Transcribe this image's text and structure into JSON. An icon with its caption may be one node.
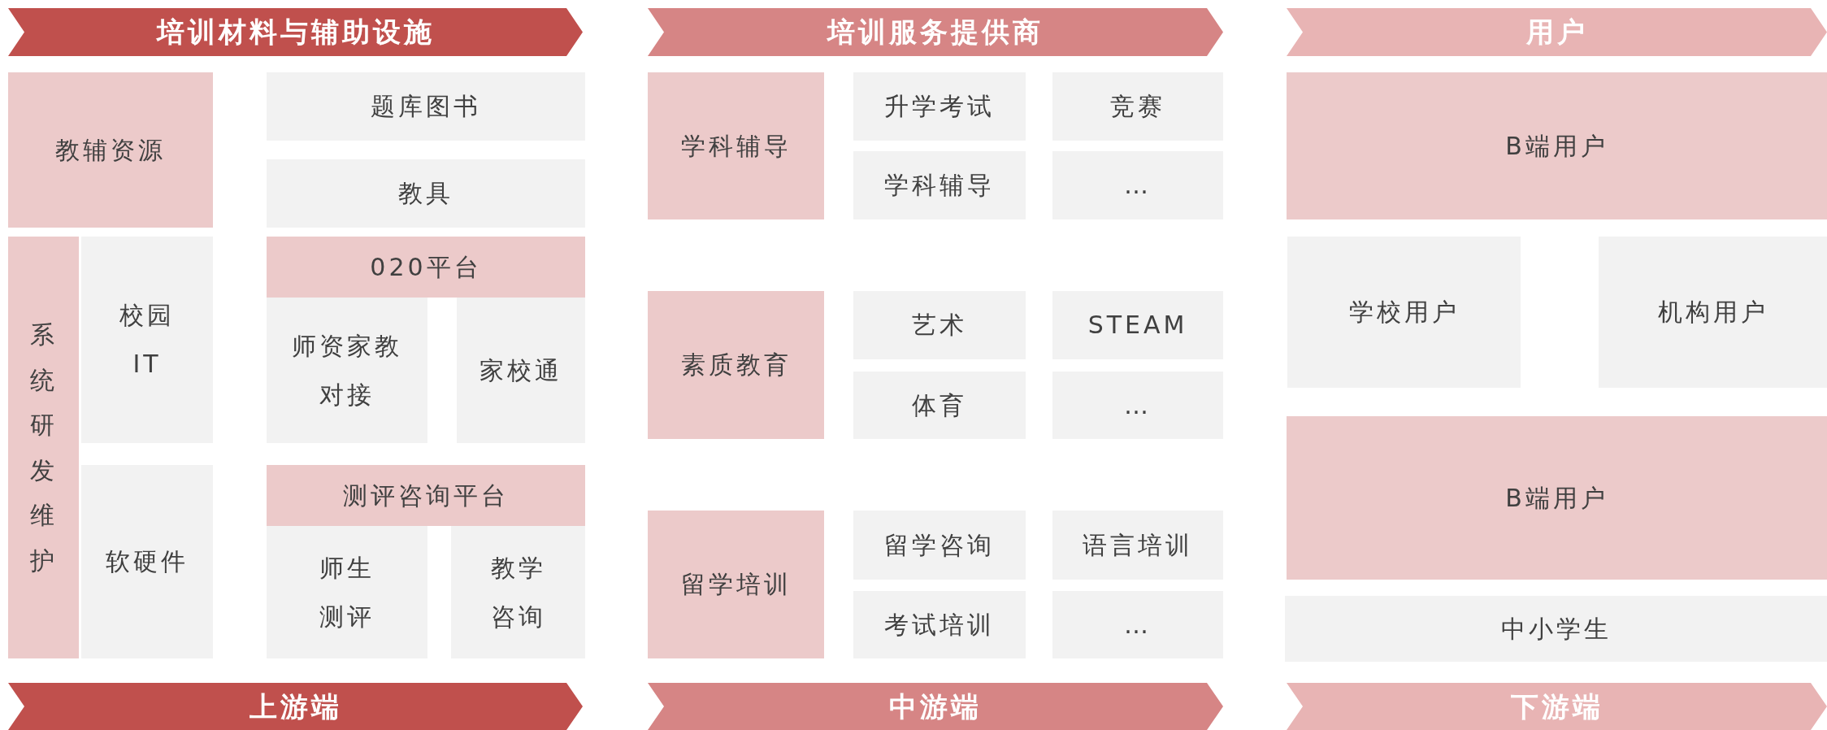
{
  "diagram": {
    "nodes": [
      {
        "text": [
          "培训材料与辅助设施"
        ]
      },
      {
        "text": [
          "教辅资源"
        ]
      },
      {
        "text": [
          "题库图书"
        ]
      },
      {
        "text": [
          "教具"
        ]
      },
      {
        "text": [
          "系统研发维护"
        ]
      },
      {
        "text": [
          "校园 IT"
        ]
      },
      {
        "text": [
          "020平台"
        ]
      },
      {
        "text": [
          "师资家教对接"
        ]
      },
      {
        "text": [
          "家校通"
        ]
      },
      {
        "text": [
          "软硬件"
        ]
      },
      {
        "text": [
          "测评咨询平台"
        ]
      },
      {
        "text": [
          "师生测评"
        ]
      },
      {
        "text": [
          "教学咨询"
        ]
      },
      {
        "text": [
          "上游端"
        ]
      },
      {
        "text": [
          "培训服务提供商"
        ]
      },
      {
        "text": [
          "学科辅导"
        ]
      },
      {
        "text": [
          "升学考试"
        ]
      },
      {
        "text": [
          "竞赛"
        ]
      },
      {
        "text": [
          "学科辅导"
        ]
      },
      {
        "text": [
          "…"
        ]
      },
      {
        "text": [
          "素质教育"
        ]
      },
      {
        "text": [
          "艺术"
        ]
      },
      {
        "text": [
          "STEAM"
        ]
      },
      {
        "text": [
          "体育"
        ]
      },
      {
        "text": [
          "…"
        ]
      },
      {
        "text": [
          "留学培训"
        ]
      },
      {
        "text": [
          "留学咨询"
        ]
      },
      {
        "text": [
          "语言培训"
        ]
      },
      {
        "text": [
          "考试培训"
        ]
      },
      {
        "text": [
          "…"
        ]
      },
      {
        "text": [
          "中游端"
        ]
      },
      {
        "text": [
          "用户"
        ]
      },
      {
        "text": [
          "B端用户"
        ]
      },
      {
        "text": [
          "学校用户"
        ]
      },
      {
        "text": [
          "机构用户"
        ]
      },
      {
        "text": [
          "B端用户"
        ]
      },
      {
        "text": [
          "中小学生"
        ]
      },
      {
        "text": [
          "下游端"
        ]
      }
    ]
  }
}
